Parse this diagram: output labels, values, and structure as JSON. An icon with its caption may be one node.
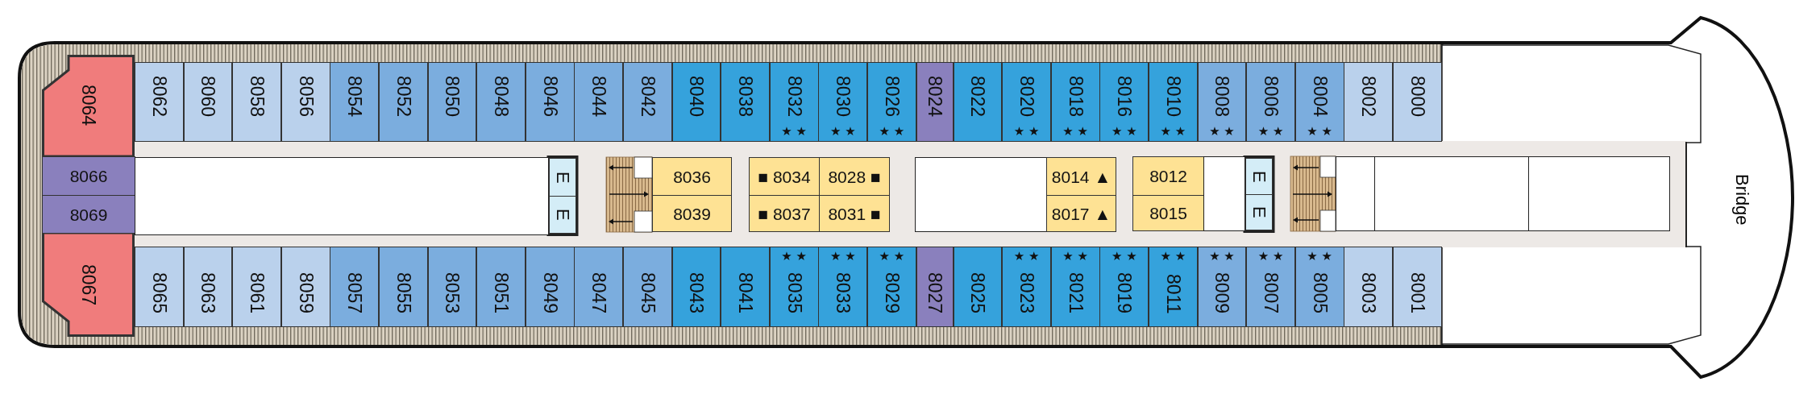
{
  "diagram": {
    "nodes": [
      {
        "text": [
          "8064"
        ]
      },
      {
        "text": [
          "8062"
        ]
      },
      {
        "text": [
          "8060"
        ]
      },
      {
        "text": [
          "8058"
        ]
      },
      {
        "text": [
          "8056"
        ]
      },
      {
        "text": [
          "8054"
        ]
      },
      {
        "text": [
          "8052"
        ]
      },
      {
        "text": [
          "8050"
        ]
      },
      {
        "text": [
          "8048"
        ]
      },
      {
        "text": [
          "8046"
        ]
      },
      {
        "text": [
          "8044"
        ]
      },
      {
        "text": [
          "8042"
        ]
      },
      {
        "text": [
          "8040"
        ]
      },
      {
        "text": [
          "8038"
        ]
      },
      {
        "text": [
          "8032",
          "★ ★"
        ]
      },
      {
        "text": [
          "8030",
          "★ ★"
        ]
      },
      {
        "text": [
          "8026",
          "★ ★"
        ]
      },
      {
        "text": [
          "8024"
        ]
      },
      {
        "text": [
          "8022"
        ]
      },
      {
        "text": [
          "8020",
          "★ ★"
        ]
      },
      {
        "text": [
          "8018",
          "★ ★"
        ]
      },
      {
        "text": [
          "8016",
          "★ ★"
        ]
      },
      {
        "text": [
          "8010",
          "★ ★"
        ]
      },
      {
        "text": [
          "8008",
          "★ ★"
        ]
      },
      {
        "text": [
          "8006",
          "★ ★"
        ]
      },
      {
        "text": [
          "8004",
          "★ ★"
        ]
      },
      {
        "text": [
          "8002"
        ]
      },
      {
        "text": [
          "8000"
        ]
      },
      {
        "text": [
          "8066"
        ]
      },
      {
        "text": [
          "8069"
        ]
      },
      {
        "text": [],
        "shape": "box"
      },
      {
        "text": [
          "E"
        ]
      },
      {
        "text": [
          "E"
        ]
      },
      {
        "text": [
          "8036"
        ]
      },
      {
        "text": [
          "8039"
        ]
      },
      {
        "text": [
          "■ 8034"
        ]
      },
      {
        "text": [
          "8028 ■"
        ]
      },
      {
        "text": [
          "■ 8037"
        ]
      },
      {
        "text": [
          "8031 ■"
        ]
      },
      {
        "text": [],
        "shape": "box"
      },
      {
        "text": [
          "8014 ▲"
        ]
      },
      {
        "text": [
          "8017 ▲"
        ]
      },
      {
        "text": [
          "8012"
        ]
      },
      {
        "text": [
          "8015"
        ]
      },
      {
        "text": [],
        "shape": "box"
      },
      {
        "text": [
          "E"
        ]
      },
      {
        "text": [
          "E"
        ]
      },
      {
        "text": [],
        "shape": "box"
      },
      {
        "text": [],
        "shape": "box"
      },
      {
        "text": [],
        "shape": "box"
      },
      {
        "text": [
          "8067"
        ]
      },
      {
        "text": [
          "8065"
        ]
      },
      {
        "text": [
          "8063"
        ]
      },
      {
        "text": [
          "8061"
        ]
      },
      {
        "text": [
          "8059"
        ]
      },
      {
        "text": [
          "8057"
        ]
      },
      {
        "text": [
          "8055"
        ]
      },
      {
        "text": [
          "8053"
        ]
      },
      {
        "text": [
          "8051"
        ]
      },
      {
        "text": [
          "8049"
        ]
      },
      {
        "text": [
          "8047"
        ]
      },
      {
        "text": [
          "8045"
        ]
      },
      {
        "text": [
          "8043"
        ]
      },
      {
        "text": [
          "8041"
        ]
      },
      {
        "text": [
          "8035",
          "★ ★"
        ]
      },
      {
        "text": [
          "8033",
          "★ ★"
        ]
      },
      {
        "text": [
          "8029",
          "★ ★"
        ]
      },
      {
        "text": [
          "8027"
        ]
      },
      {
        "text": [
          "8025"
        ]
      },
      {
        "text": [
          "8023",
          "★ ★"
        ]
      },
      {
        "text": [
          "8021",
          "★ ★"
        ]
      },
      {
        "text": [
          "8019",
          "★ ★"
        ]
      },
      {
        "text": [
          "8011",
          "★ ★"
        ]
      },
      {
        "text": [
          "8009",
          "★ ★"
        ]
      },
      {
        "text": [
          "8007",
          "★ ★"
        ]
      },
      {
        "text": [
          "8005",
          "★ ★"
        ]
      },
      {
        "text": [
          "8003"
        ]
      },
      {
        "text": [
          "8001"
        ]
      }
    ],
    "labels": [
      "Bridge"
    ]
  }
}
